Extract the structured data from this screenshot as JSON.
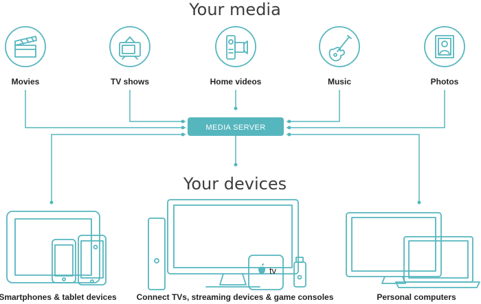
{
  "headings": {
    "media": "Your media",
    "devices": "Your devices"
  },
  "media_items": [
    {
      "label": "Movies",
      "icon": "clapperboard-icon"
    },
    {
      "label": "TV shows",
      "icon": "television-icon"
    },
    {
      "label": "Home videos",
      "icon": "camcorder-icon"
    },
    {
      "label": "Music",
      "icon": "guitar-icon"
    },
    {
      "label": "Photos",
      "icon": "portrait-icon"
    }
  ],
  "server": {
    "label": "MEDIA SERVER"
  },
  "devices": [
    {
      "label": "Smartphones & tablet devices"
    },
    {
      "label": "Connect TVs, streaming devices & game consoles"
    },
    {
      "label": "Personal computers"
    }
  ],
  "appletv_label": "tv",
  "colors": {
    "accent": "#56b6be",
    "text": "#222222",
    "heading": "#3c3c3c"
  }
}
